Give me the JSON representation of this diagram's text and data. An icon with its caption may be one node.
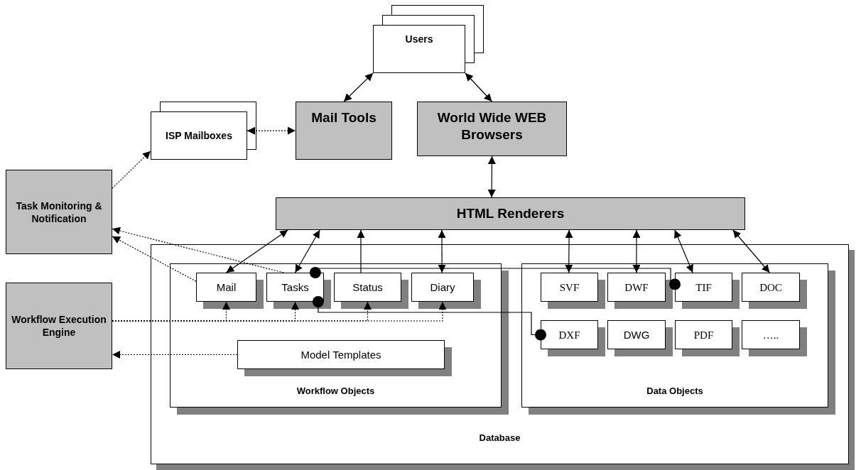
{
  "diagram": {
    "nodes": [
      {
        "text": [
          "Users"
        ]
      },
      {
        "text": [
          "ISP Mailboxes"
        ]
      },
      {
        "text": [
          "Mail Tools"
        ]
      },
      {
        "text": [
          "World Wide WEB Browsers"
        ]
      },
      {
        "text": [
          "Task Monitoring & Notification"
        ]
      },
      {
        "text": [
          "HTML Renderers"
        ]
      },
      {
        "text": [
          "Workflow Execution Engine"
        ]
      },
      {
        "text": [
          "Database"
        ]
      },
      {
        "text": [
          "Workflow Objects"
        ],
        "in": 7
      },
      {
        "text": [
          "Mail"
        ],
        "in": 8
      },
      {
        "text": [
          "Tasks"
        ],
        "in": 8
      },
      {
        "text": [
          "Status"
        ],
        "in": 8
      },
      {
        "text": [
          "Diary"
        ],
        "in": 8
      },
      {
        "text": [
          "Model Templates"
        ],
        "in": 8
      },
      {
        "text": [
          "Data Objects"
        ],
        "in": 7
      },
      {
        "text": [
          "SVF"
        ],
        "in": 14
      },
      {
        "text": [
          "DWF"
        ],
        "in": 14
      },
      {
        "text": [
          "TIF"
        ],
        "in": 14
      },
      {
        "text": [
          "DOC"
        ],
        "in": 14
      },
      {
        "text": [
          "DXF"
        ],
        "in": 14
      },
      {
        "text": [
          "DWG"
        ],
        "in": 14
      },
      {
        "text": [
          "PDF"
        ],
        "in": 14
      },
      {
        "text": [
          "….."
        ],
        "in": 14
      }
    ],
    "edges": [
      {
        "from": 0,
        "to": 2,
        "arrow": "both"
      },
      {
        "from": 0,
        "to": 3,
        "arrow": "both"
      },
      {
        "from": 1,
        "to": 2,
        "arrow": "both",
        "style": "dashed"
      },
      {
        "from": 4,
        "to": 1,
        "arrow": "to",
        "style": "dashed"
      },
      {
        "from": 3,
        "to": 5,
        "arrow": "both"
      },
      {
        "from": 5,
        "to": 9,
        "arrow": "both"
      },
      {
        "from": 5,
        "to": 10,
        "arrow": "both"
      },
      {
        "from": 11,
        "to": 5,
        "arrow": "to"
      },
      {
        "from": 5,
        "to": 12,
        "arrow": "both"
      },
      {
        "from": 5,
        "to": 15,
        "arrow": "both"
      },
      {
        "from": 5,
        "to": 16,
        "arrow": "both"
      },
      {
        "from": 5,
        "to": 17,
        "arrow": "both"
      },
      {
        "from": 5,
        "to": 18,
        "arrow": "both"
      },
      {
        "from": 9,
        "to": 4,
        "arrow": "to",
        "style": "dashed"
      },
      {
        "from": 10,
        "to": 4,
        "arrow": "to",
        "style": "dashed"
      },
      {
        "from": 6,
        "to": 9,
        "arrow": "to",
        "style": "dashed"
      },
      {
        "from": 6,
        "to": 10,
        "arrow": "to",
        "style": "dashed"
      },
      {
        "from": 6,
        "to": 11,
        "arrow": "to",
        "style": "dashed"
      },
      {
        "from": 6,
        "to": 12,
        "arrow": "to",
        "style": "dashed"
      },
      {
        "from": 13,
        "to": 6,
        "arrow": "to",
        "style": "dashed"
      },
      {
        "from": 10,
        "to": 17,
        "arrow": "other"
      },
      {
        "from": 10,
        "to": 19,
        "arrow": "other"
      }
    ]
  }
}
